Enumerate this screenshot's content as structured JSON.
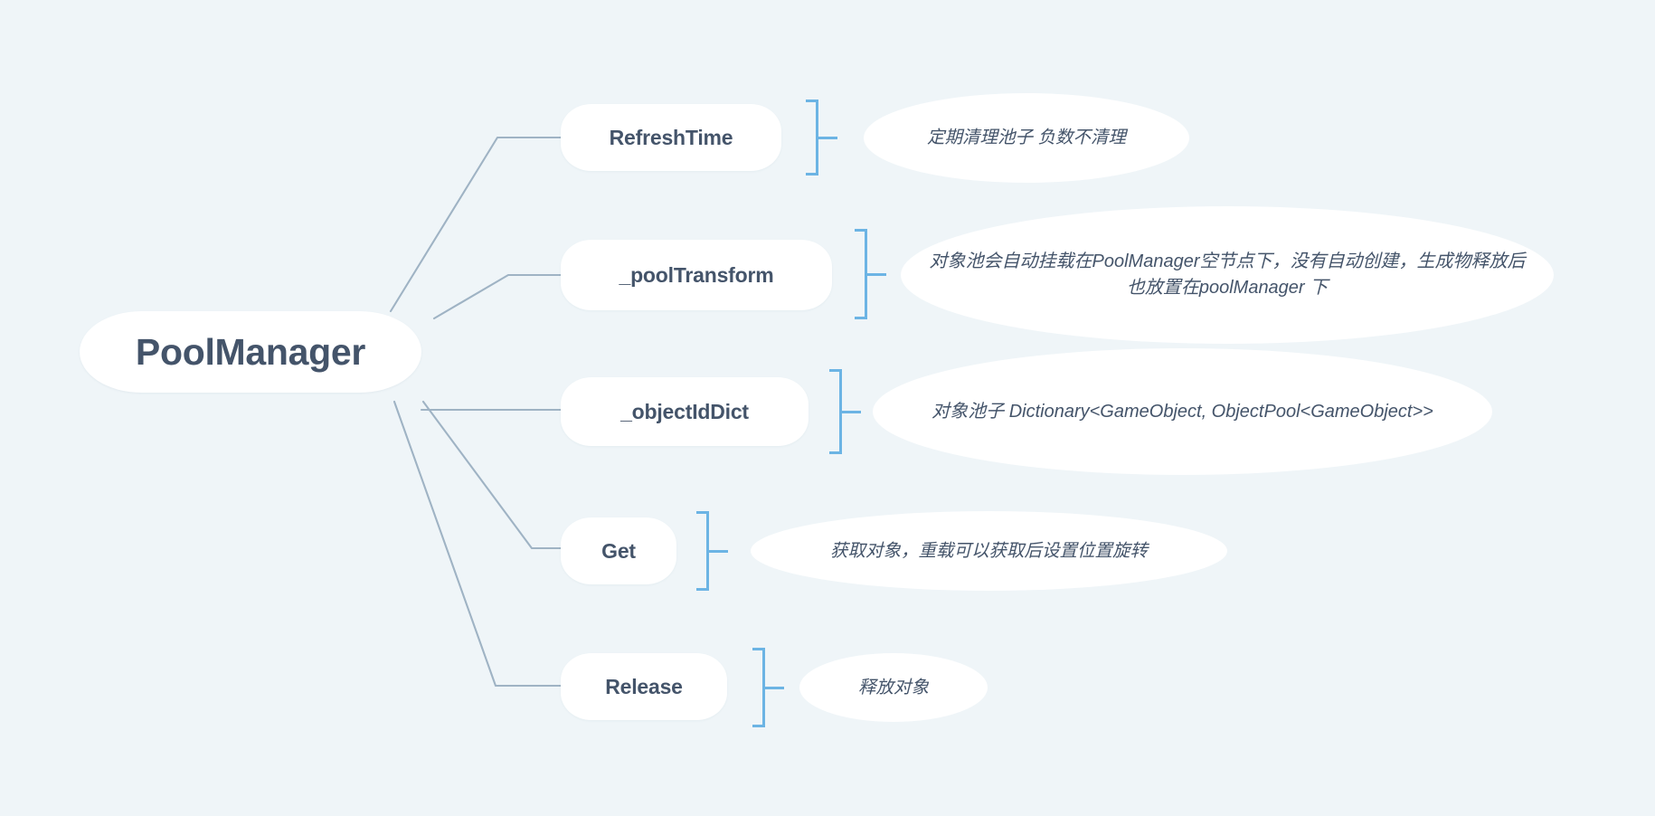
{
  "theme": {
    "background": "#eff5f8",
    "node_fill": "#ffffff",
    "text_color": "#44546a",
    "edge_color": "#9fb3c4",
    "bracket_color": "#6cb4e4"
  },
  "root": {
    "label": "PoolManager"
  },
  "branches": [
    {
      "id": "refresh-time",
      "label": "RefreshTime",
      "note": "定期清理池子 负数不清理"
    },
    {
      "id": "pool-transform",
      "label": "_poolTransform",
      "note": "对象池会自动挂载在PoolManager空节点下，没有自动创建，生成物释放后也放置在poolManager 下"
    },
    {
      "id": "object-id-dict",
      "label": "_objectIdDict",
      "note": "对象池子 Dictionary<GameObject, ObjectPool<GameObject>>"
    },
    {
      "id": "get",
      "label": "Get",
      "note": "获取对象，重载可以获取后设置位置旋转"
    },
    {
      "id": "release",
      "label": "Release",
      "note": "释放对象"
    }
  ]
}
